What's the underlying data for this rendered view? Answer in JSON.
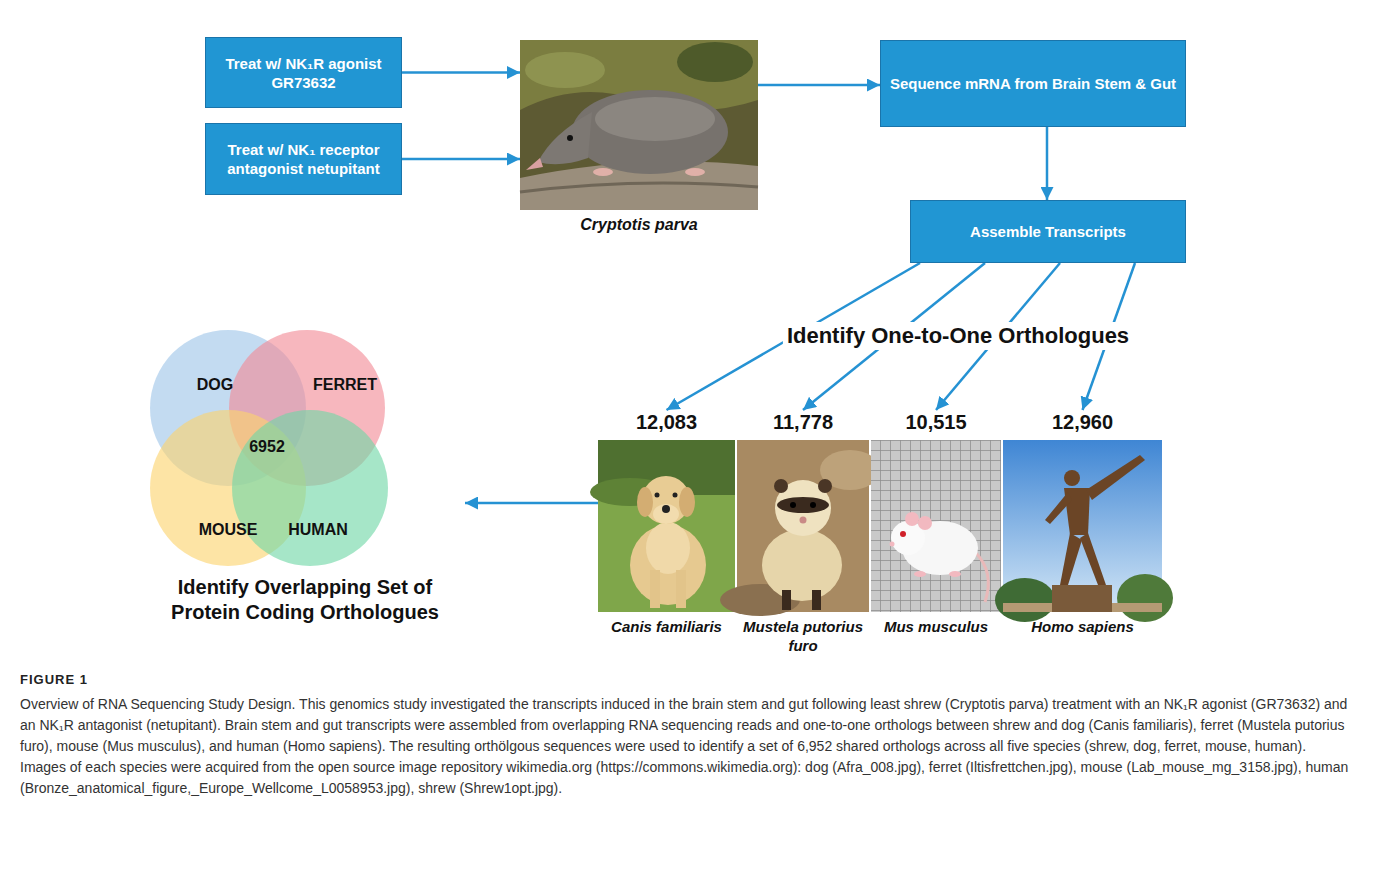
{
  "diagram": {
    "caption": "Overview of RNA Sequencing Study Design. This genomics study investigated the transcripts induced in the brain stem and gut following least shrew (Cryptotis parva) treatment with an NK₁R agonist (GR73632) and an NK₁R antagonist (netupitant). Brain stem and gut transcripts were assembled from overlapping RNA sequencing reads and one-to-one orthologs between shrew and dog (Canis familiaris), ferret (Mustela putorius furo), mouse (Mus musculus), and human (Homo sapiens). The resulting orthölgous sequences were used to identify a set of 6,952 shared orthologs across all five species (shrew, dog, ferret, mouse, human). Images of each species were acquired from the open source image repository wikimedia.org (https://commons.wikimedia.org): dog (Afra_008.jpg), ferret (Iltisfrettchen.jpg), mouse (Lab_mouse_mg_3158.jpg), human (Bronze_anatomical_figure,_Europe_Wellcome_L0058953.jpg), shrew (Shrew1opt.jpg).",
    "nodes": [
      {
        "text": [
          "Treat w/ NK₁R agonist GR73632"
        ]
      },
      {
        "text": [
          "Treat w/ NK₁ receptor antagonist netupitant"
        ]
      },
      {
        "text": [
          "Cryptotis parva"
        ]
      },
      {
        "text": [
          "Sequence mRNA from Brain Stem & Gut"
        ]
      },
      {
        "text": [
          "Assemble Transcripts"
        ]
      },
      {
        "text": [
          "12,083",
          "Canis familiaris"
        ]
      },
      {
        "text": [
          "11,778",
          "Mustela putorius furo"
        ]
      },
      {
        "text": [
          "10,515",
          "Mus musculus"
        ]
      },
      {
        "text": [
          "12,960",
          "Homo sapiens"
        ]
      },
      {
        "text": [
          "DOG",
          "FERRET",
          "MOUSE",
          "HUMAN",
          "6952",
          "Identify Overlapping Set of Protein Coding Orthologues"
        ]
      }
    ],
    "edges": [
      {
        "from": 0,
        "to": 2,
        "arrow": "to"
      },
      {
        "from": 1,
        "to": 2,
        "arrow": "to"
      },
      {
        "from": 2,
        "to": 3,
        "arrow": "to"
      },
      {
        "from": 3,
        "to": 4,
        "arrow": "to"
      },
      {
        "from": 4,
        "to": 5,
        "arrow": "to"
      },
      {
        "from": 4,
        "to": 6,
        "arrow": "to"
      },
      {
        "from": 4,
        "to": 7,
        "arrow": "to"
      },
      {
        "from": 4,
        "to": 8,
        "arrow": "to"
      },
      {
        "from": 5,
        "to": 9,
        "arrow": "to"
      }
    ],
    "labels": [
      "Identify One-to-One Orthologues",
      "FIGURE 1"
    ]
  }
}
